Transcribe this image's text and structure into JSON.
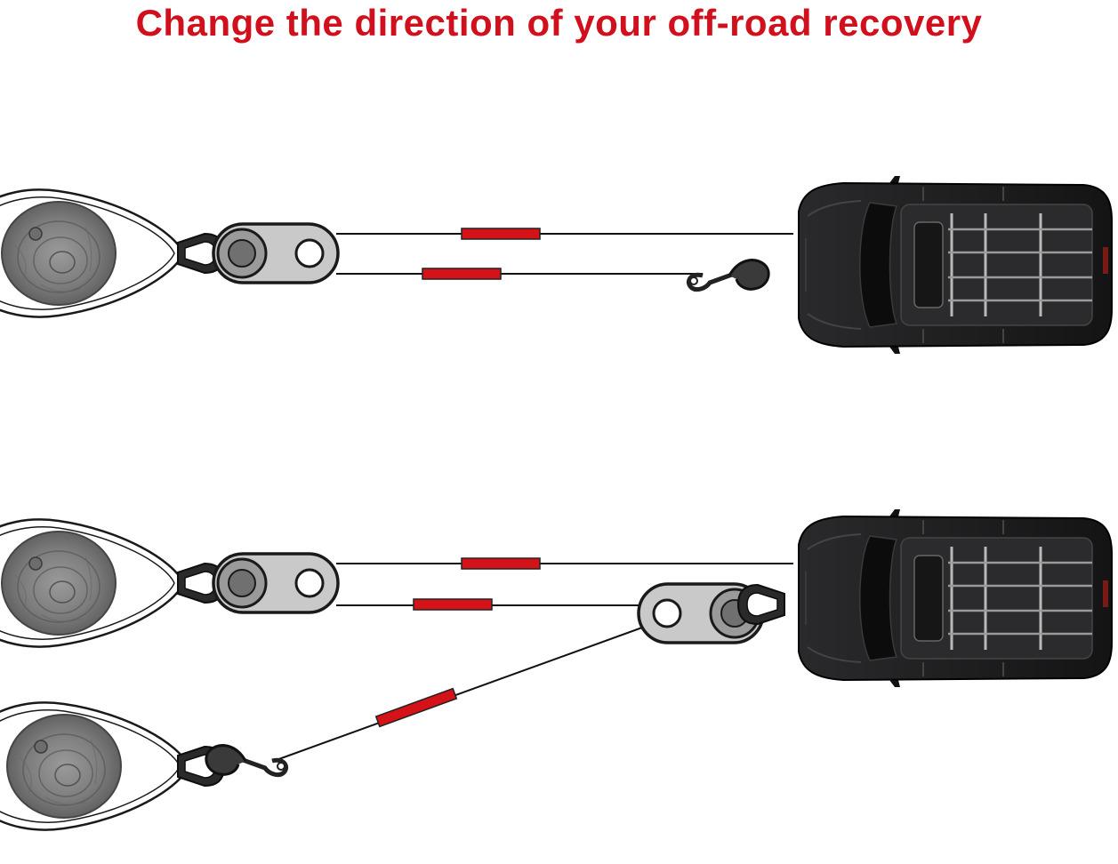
{
  "title": "Change the direction of your off-road recovery",
  "colors": {
    "title": "#d0101c",
    "strap": "#d41218",
    "rope": "#111111",
    "vehicle": "#1c1c1e",
    "pulley": "#c9c9c9",
    "pulley_outline": "#1a1a1a",
    "trunk": "#8a8a8a"
  },
  "icons": [
    "tree-trunk-icon",
    "tree-saver-sling-icon",
    "shackle-icon",
    "snatch-block-icon",
    "winch-hook-icon",
    "vehicle-icon"
  ],
  "scenarios": [
    {
      "name": "single-line-pull",
      "pulleys": 1,
      "anchors": 1
    },
    {
      "name": "redirected-pull",
      "pulleys": 2,
      "anchors": 2
    }
  ]
}
